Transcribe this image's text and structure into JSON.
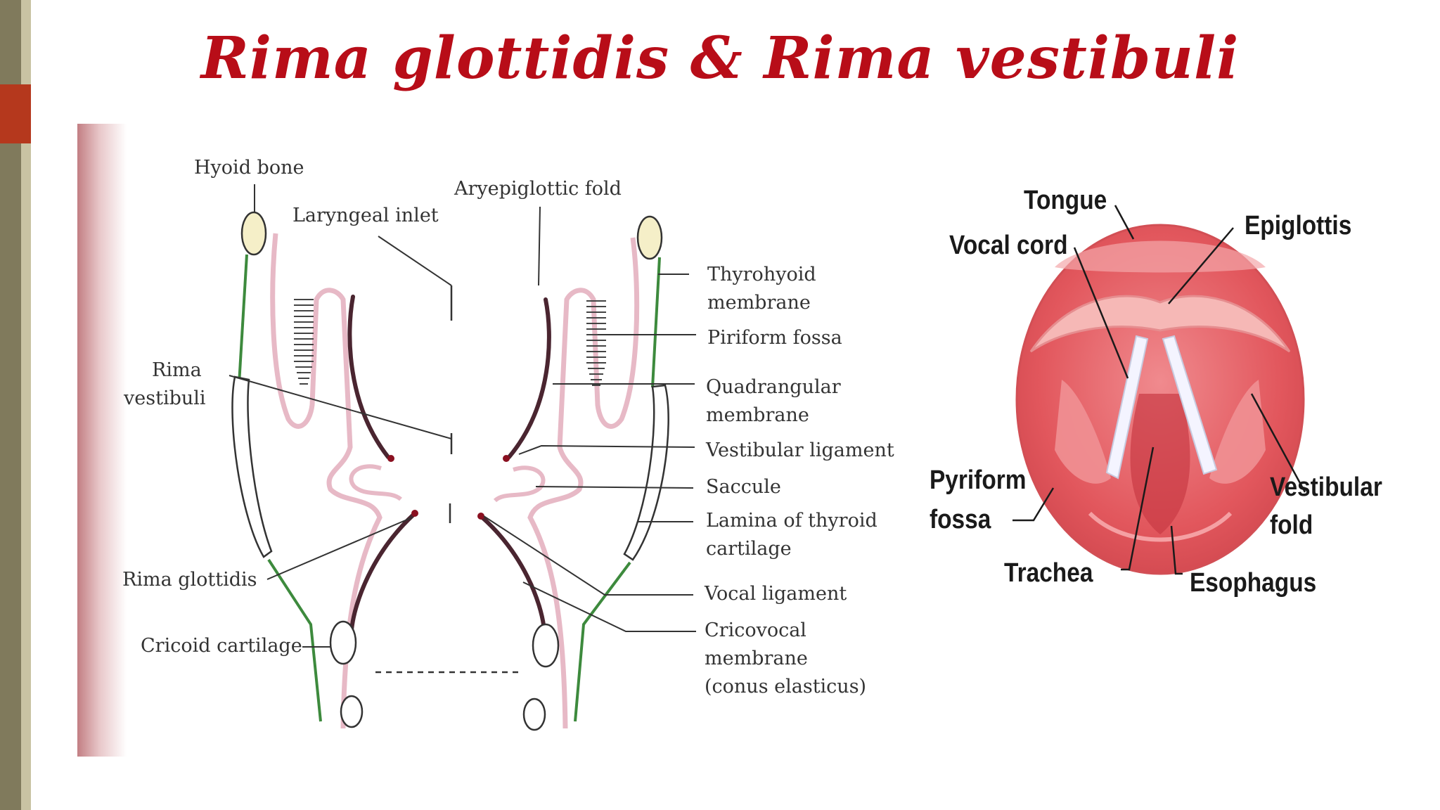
{
  "slide": {
    "title": "Rima glottidis & Rima vestibuli"
  },
  "coronal_diagram": {
    "labels": {
      "hyoid_bone": "Hyoid bone",
      "laryngeal_inlet": "Laryngeal inlet",
      "aryepiglottic_fold": "Aryepiglottic fold",
      "thyrohyoid_membrane_line1": "Thyrohyoid",
      "thyrohyoid_membrane_line2": "membrane",
      "piriform_fossa": "Piriform fossa",
      "rima_vestibuli_line1": "Rima",
      "rima_vestibuli_line2": "vestibuli",
      "quadrangular_membrane_line1": "Quadrangular",
      "quadrangular_membrane_line2": "membrane",
      "vestibular_ligament": "Vestibular ligament",
      "saccule": "Saccule",
      "lamina_of_thyroid_line1": "Lamina of thyroid",
      "lamina_of_thyroid_line2": "cartilage",
      "rima_glottidis": "Rima glottidis",
      "vocal_ligament": "Vocal ligament",
      "cricoid_cartilage": "Cricoid cartilage",
      "cricovocal_line1": "Cricovocal",
      "cricovocal_line2": "membrane",
      "cricovocal_line3": "(conus elasticus)"
    }
  },
  "superior_view": {
    "labels": {
      "tongue": "Tongue",
      "vocal_cord": "Vocal cord",
      "epiglottis": "Epiglottis",
      "pyriform_line1": "Pyriform",
      "pyriform_line2": "fossa",
      "vestibular_line1": "Vestibular",
      "vestibular_line2": "fold",
      "trachea": "Trachea",
      "esophagus": "Esophagus"
    }
  },
  "colors": {
    "title": "#b80d18",
    "sidebar_dark": "#807a5c",
    "sidebar_accent": "#b5381d",
    "mucosa_pink": "#e7b9c6",
    "cartilage_green": "#3d8a3d",
    "ligament_dark": "#4a2530",
    "larynx_red": "#e2575d"
  }
}
